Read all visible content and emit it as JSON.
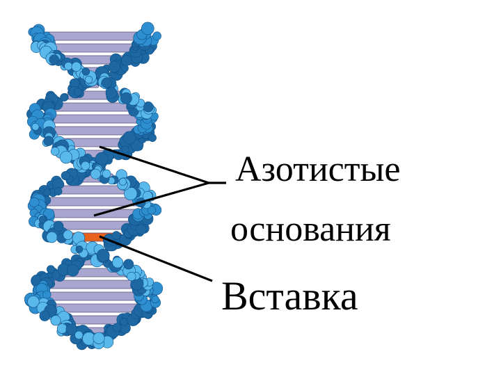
{
  "labels": {
    "bases_line1": "Азотистые",
    "bases_line2": "основания",
    "insert": "Вставка"
  },
  "colors": {
    "rung": "#a9a6cf",
    "rung_edge": "#55537a",
    "insert": "#e8611c",
    "strand_light": "#59b8ec",
    "strand_mid": "#2e8fd0",
    "strand_dark": "#1d68a3",
    "pointer": "#000000"
  }
}
